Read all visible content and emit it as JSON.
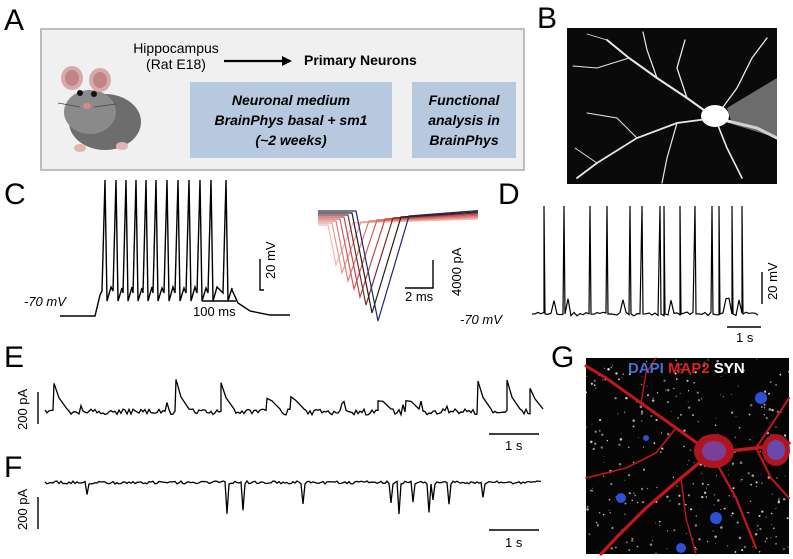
{
  "panels": {
    "a": "A",
    "b": "B",
    "c": "C",
    "d": "D",
    "e": "E",
    "f": "F",
    "g": "G"
  },
  "schematic": {
    "source_line1": "Hippocampus",
    "source_line2": "(Rat E18)",
    "target": "Primary Neurons",
    "medium": [
      "Neuronal medium",
      "BrainPhys basal + sm1",
      "(~2 weeks)"
    ],
    "functional": [
      "Functional",
      "analysis in",
      "BrainPhys"
    ]
  },
  "panel_c": {
    "resting": "-70 mV",
    "vscale": "20 mV",
    "tscale": "100 ms",
    "inset_tscale": "2 ms",
    "inset_iscale": "4000 pA"
  },
  "panel_d": {
    "resting": "-70 mV",
    "vscale": "20 mV",
    "tscale": "1 s"
  },
  "panel_e": {
    "iscale": "200 pA",
    "tscale": "1 s"
  },
  "panel_f": {
    "iscale": "200 pA",
    "tscale": "1 s"
  },
  "panel_g": {
    "stain1": "DAPI",
    "stain2": "MAP2",
    "stain3": "SYN"
  },
  "colors": {
    "dapi": "#4a6fd1",
    "map2": "#d11a1a",
    "syn": "#ffffff",
    "box_blue": "#b7c9df"
  }
}
